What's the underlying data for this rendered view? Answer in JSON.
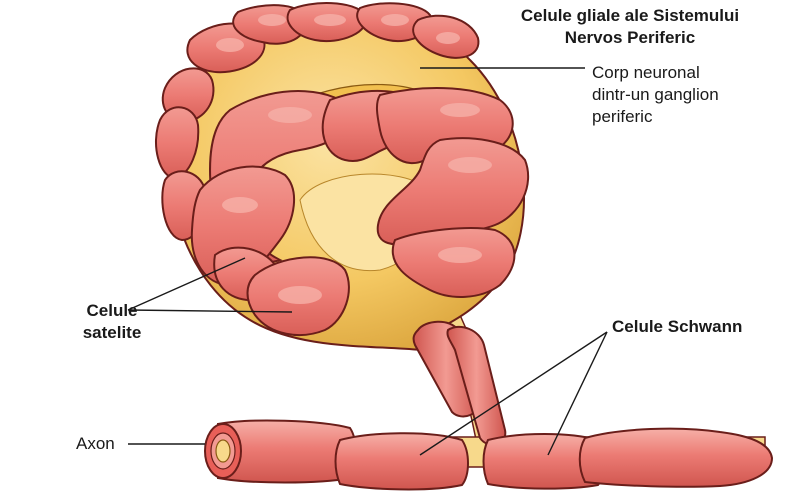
{
  "title": {
    "line1": "Celule gliale ale Sistemului",
    "line2": "Nervos Periferic"
  },
  "labels": {
    "neuron_body": {
      "line1": "Corp neuronal",
      "line2": "dintr-un ganglion",
      "line3": "periferic"
    },
    "satellite_cells": {
      "line1": "Celule",
      "line2": "satelite"
    },
    "schwann_cells": "Celule Schwann",
    "axon": "Axon"
  },
  "colors": {
    "cell_fill": "#ec7b74",
    "cell_highlight": "#f6b0a8",
    "cell_outline": "#6a1e1a",
    "body_fill": "#f4c862",
    "body_light": "#fbe3a3",
    "axon_core": "#f7d98b"
  }
}
